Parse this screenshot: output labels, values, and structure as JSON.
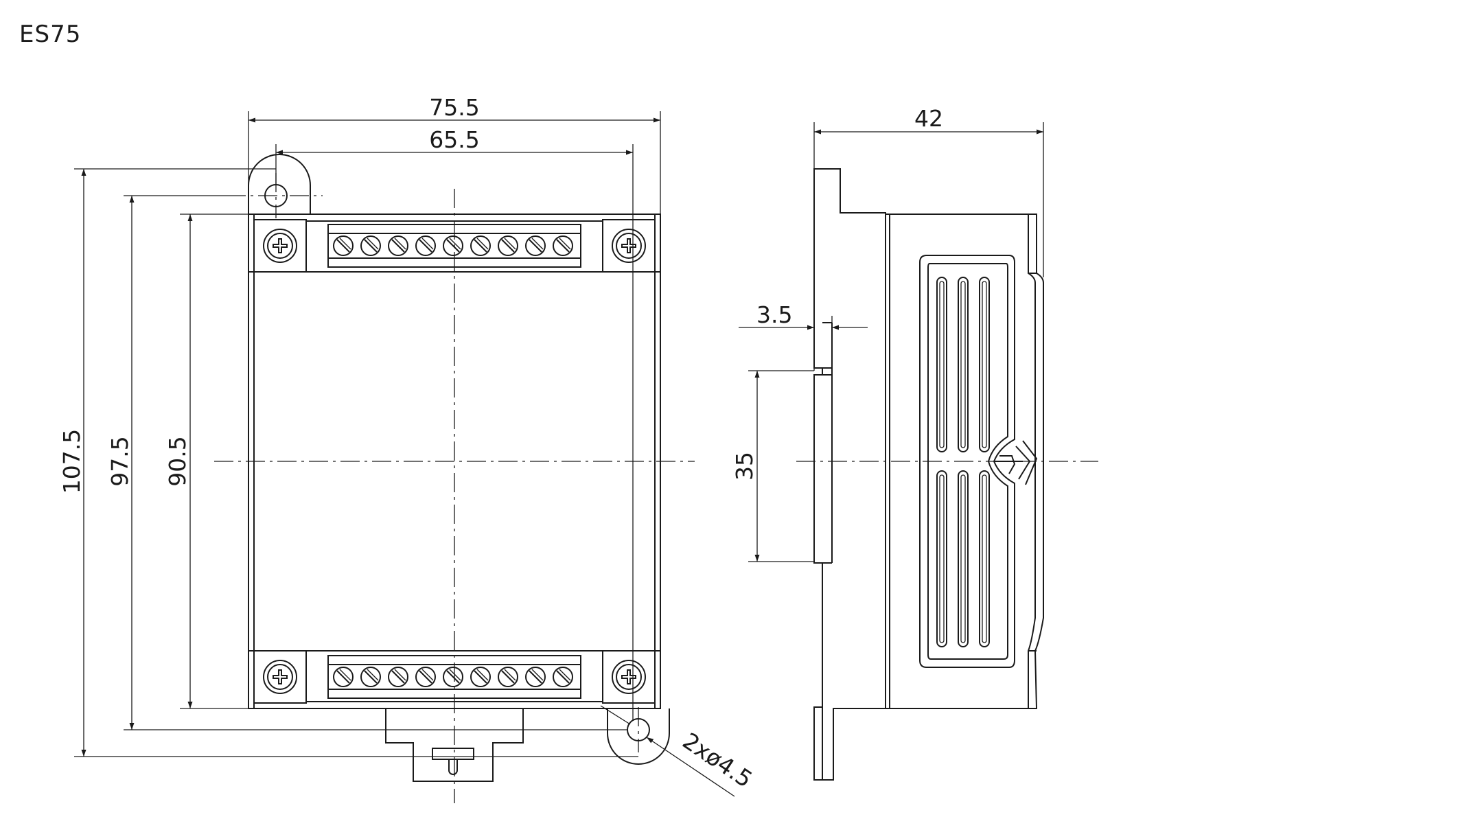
{
  "title": "ES75",
  "dimensions": {
    "overall_width": "75.5",
    "hole_spacing_width": "65.5",
    "overall_height": "107.5",
    "hole_spacing_height": "97.5",
    "body_height": "90.5",
    "depth": "42",
    "rail_thickness": "3.5",
    "rail_width": "35",
    "holes": "2xø4.5"
  },
  "terminal_blocks": {
    "top_count": 9,
    "bottom_count": 9
  },
  "colors": {
    "line": "#1a1a1a",
    "background": "#ffffff"
  }
}
